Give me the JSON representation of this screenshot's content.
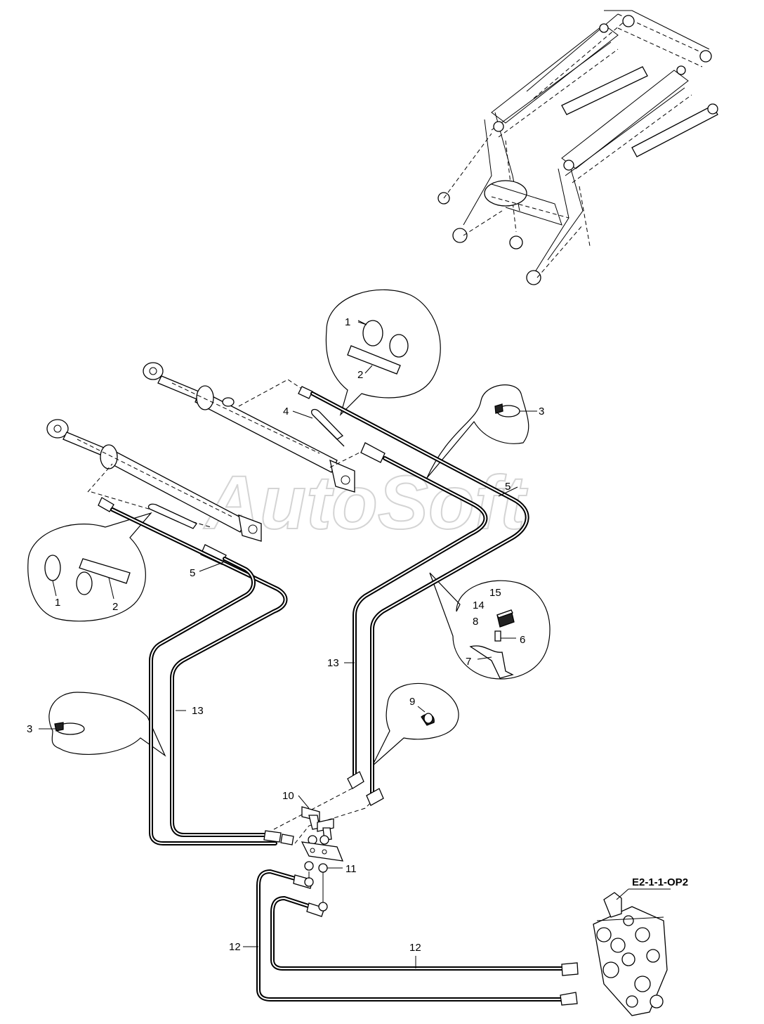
{
  "watermark": "AutoSoft",
  "reference": "E2-1-1-OP2",
  "callouts": [
    {
      "id": "c1a",
      "label": "1"
    },
    {
      "id": "c2a",
      "label": "2"
    },
    {
      "id": "c3a",
      "label": "3"
    },
    {
      "id": "c4",
      "label": "4"
    },
    {
      "id": "c5a",
      "label": "5"
    },
    {
      "id": "c1b",
      "label": "1"
    },
    {
      "id": "c2b",
      "label": "2"
    },
    {
      "id": "c5b",
      "label": "5"
    },
    {
      "id": "c15",
      "label": "15"
    },
    {
      "id": "c14",
      "label": "14"
    },
    {
      "id": "c8",
      "label": "8"
    },
    {
      "id": "c6",
      "label": "6"
    },
    {
      "id": "c7",
      "label": "7"
    },
    {
      "id": "c13a",
      "label": "13"
    },
    {
      "id": "c13b",
      "label": "13"
    },
    {
      "id": "c3b",
      "label": "3"
    },
    {
      "id": "c9",
      "label": "9"
    },
    {
      "id": "c10",
      "label": "10"
    },
    {
      "id": "c11",
      "label": "11"
    },
    {
      "id": "c12a",
      "label": "12"
    },
    {
      "id": "c12b",
      "label": "12"
    }
  ]
}
